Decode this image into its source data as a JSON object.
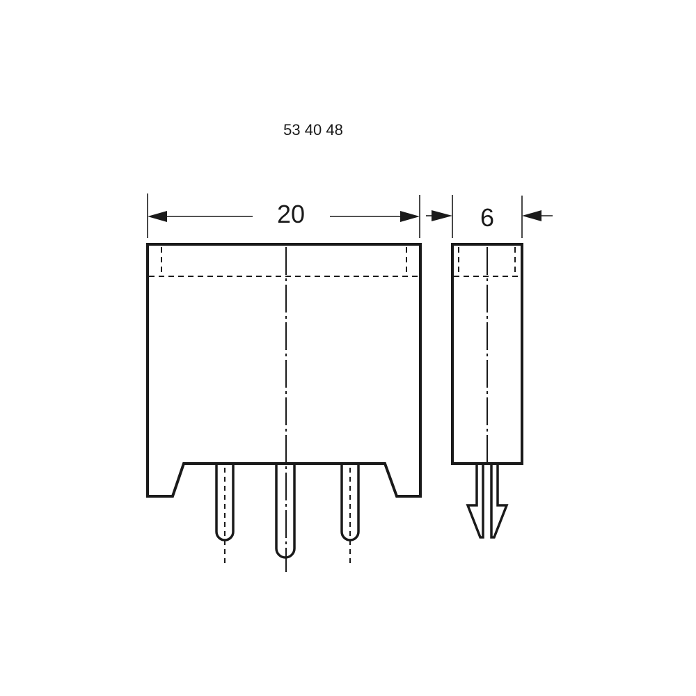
{
  "drawing": {
    "part_number": "53 40 48",
    "front_view": {
      "width_dimension": "20"
    },
    "side_view": {
      "thickness_dimension": "6"
    },
    "line_color": "#1a1a1a",
    "background_color": "#ffffff"
  }
}
